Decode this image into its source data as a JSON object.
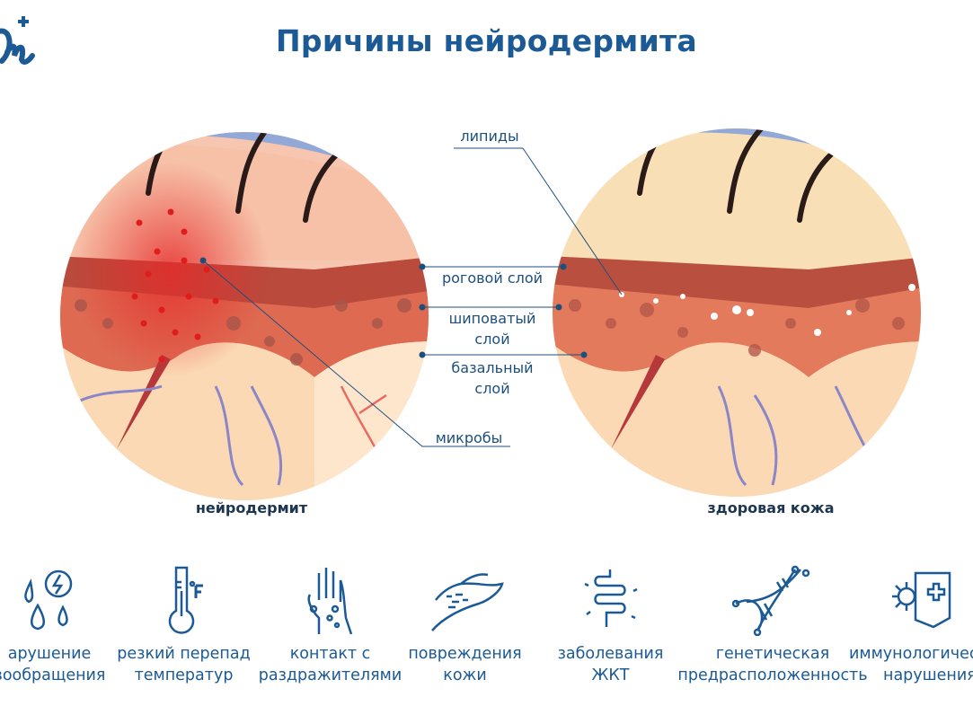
{
  "title": "Причины нейродермита",
  "logo_text": "Dm+",
  "colors": {
    "brand": "#1b5a95",
    "line": "#1d4f7d"
  },
  "labels": {
    "lipids": "липиды",
    "stratum_corneum": "роговой слой",
    "spinous_line1": "шиповатый",
    "spinous_line2": "слой",
    "basal_line1": "базальный",
    "basal_line2": "слой",
    "microbes": "микробы"
  },
  "captions": {
    "left": "нейродермит",
    "right": "здоровая кожа"
  },
  "causes": [
    {
      "icon": "blood-drops-lightning-icon",
      "line1": "арушение",
      "line2": "вообращения"
    },
    {
      "icon": "thermometer-fahrenheit-icon",
      "line1": "резкий перепад",
      "line2": "температур"
    },
    {
      "icon": "irritated-hand-icon",
      "line1": "контакт с",
      "line2": "раздражителями"
    },
    {
      "icon": "damaged-skin-hand-icon",
      "line1": "повреждения",
      "line2": "кожи"
    },
    {
      "icon": "intestine-icon",
      "line1": "заболевания",
      "line2": "ЖКТ"
    },
    {
      "icon": "dna-icon",
      "line1": "генетическая",
      "line2": "предрасположенность"
    },
    {
      "icon": "virus-shield-icon",
      "line1": "иммунологичес",
      "line2": "нарушения"
    }
  ]
}
